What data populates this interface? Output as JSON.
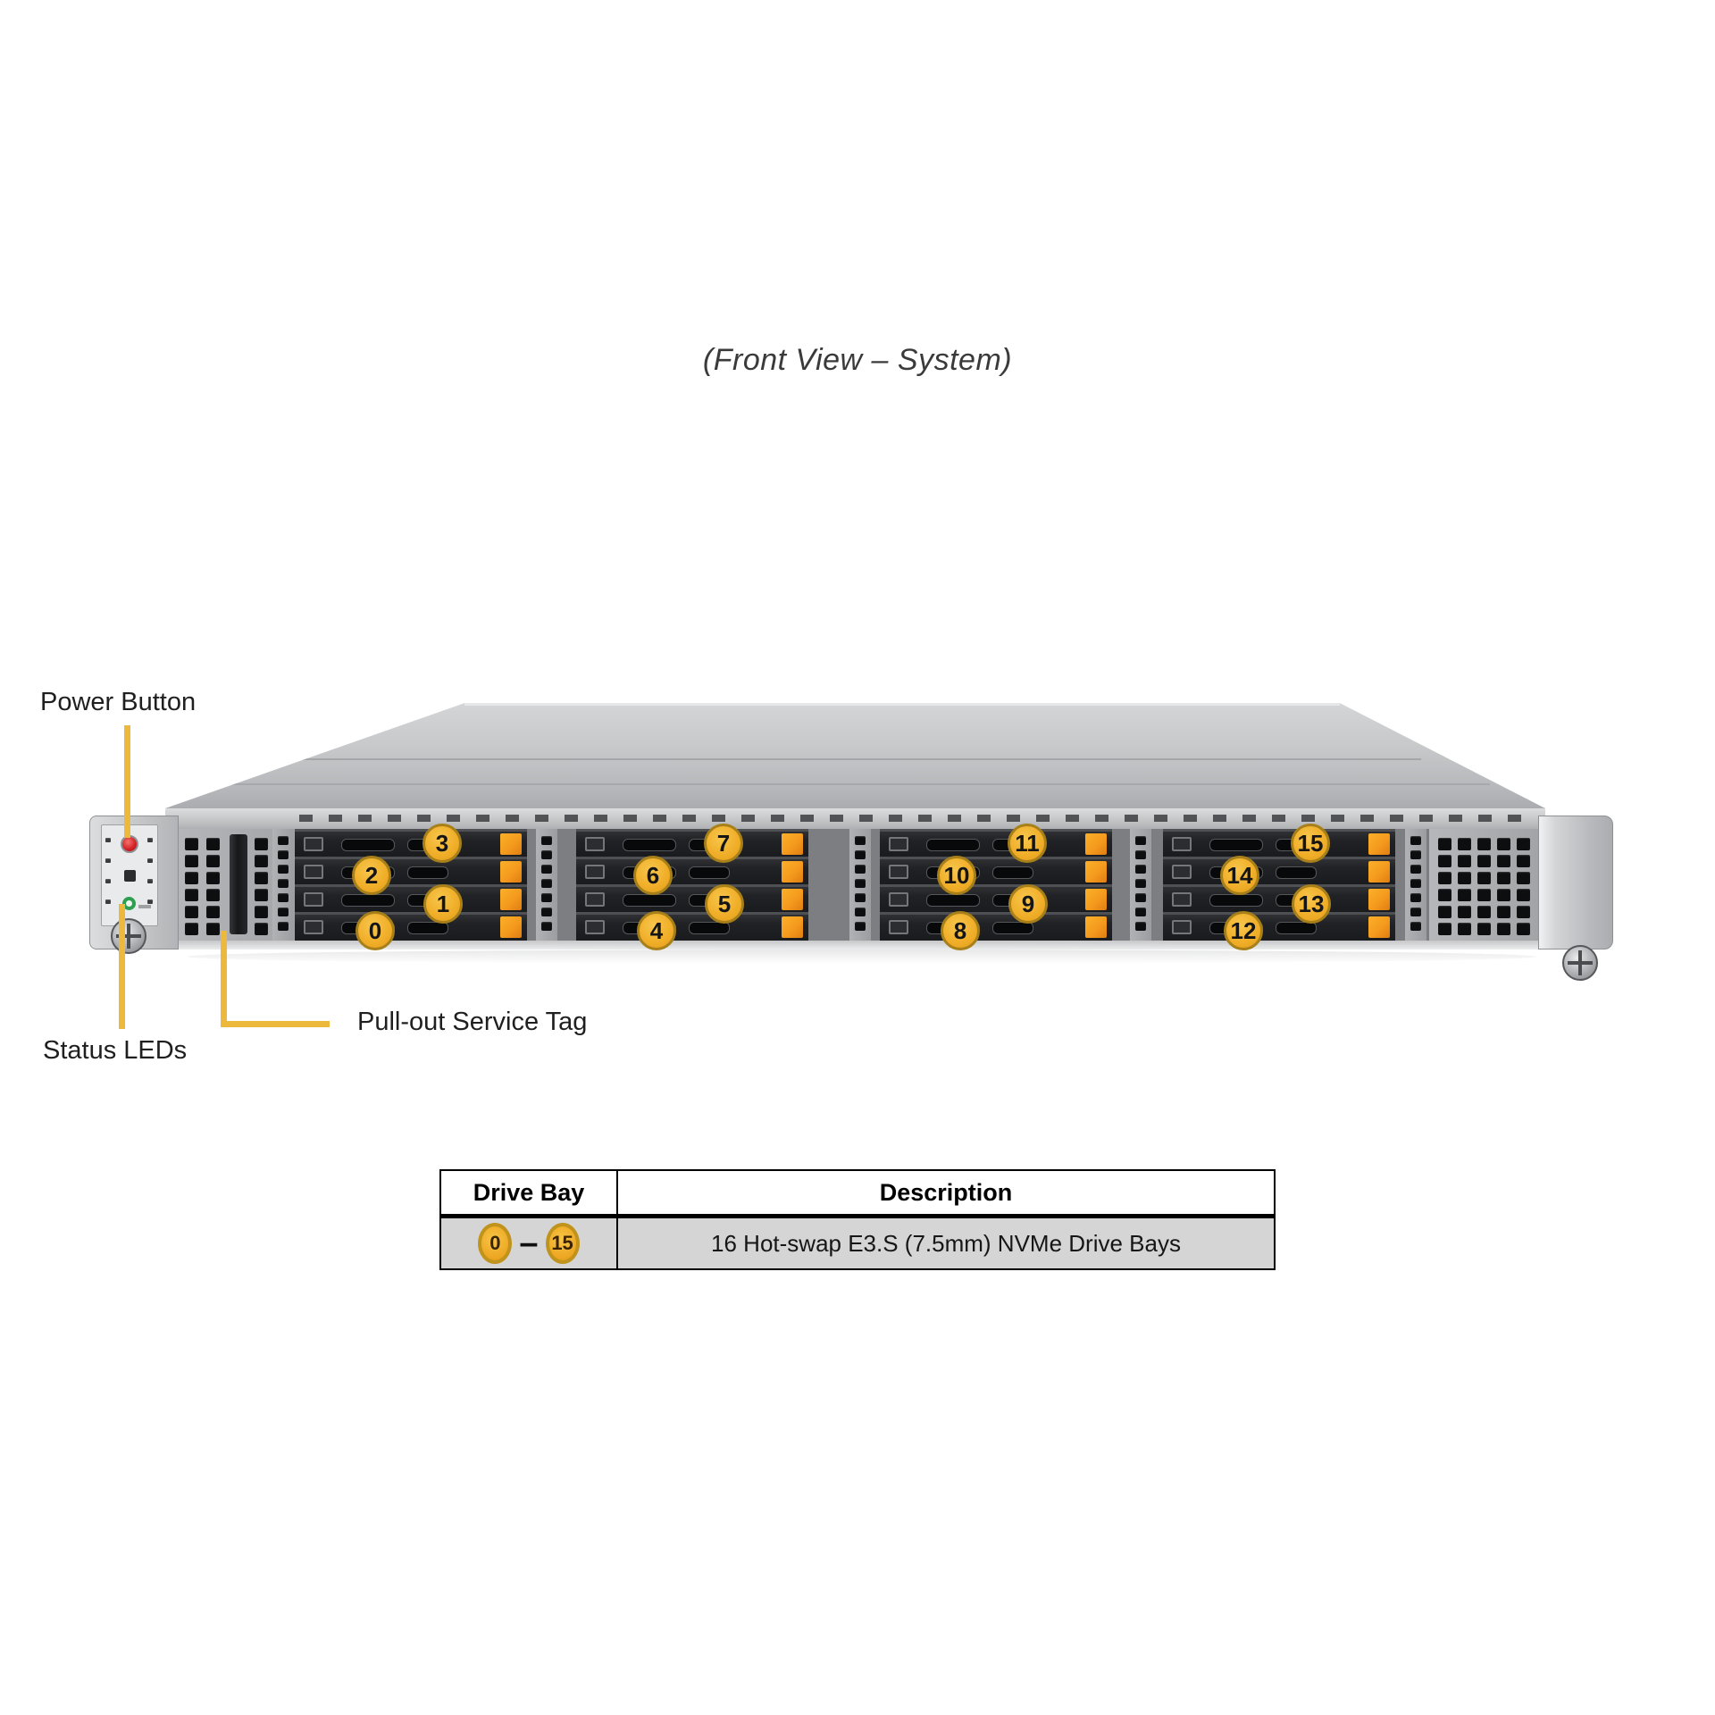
{
  "title": "(Front View – System)",
  "labels": {
    "power_button": "Power Button",
    "status_leds": "Status LEDs",
    "service_tag": "Pull-out Service Tag"
  },
  "drive_bays": {
    "groups": [
      [
        3,
        2,
        1,
        0
      ],
      [
        7,
        6,
        5,
        4
      ],
      [
        11,
        10,
        9,
        8
      ],
      [
        15,
        14,
        13,
        12
      ]
    ],
    "count": 16
  },
  "table": {
    "headers": [
      "Drive Bay",
      "Description"
    ],
    "row": {
      "bay_from": "0",
      "bay_to": "15",
      "separator": "–",
      "description": "16 Hot-swap E3.S (7.5mm) NVMe Drive Bays"
    }
  },
  "colors": {
    "callout_fill": "#F0AD27",
    "callout_border": "#A8801A",
    "leader_line": "#EDB93C",
    "latch_orange": "#F49A1D",
    "power_button_red": "#D21E24",
    "status_led_green": "#2E9E4F",
    "table_row_bg": "#D5D5D5"
  }
}
